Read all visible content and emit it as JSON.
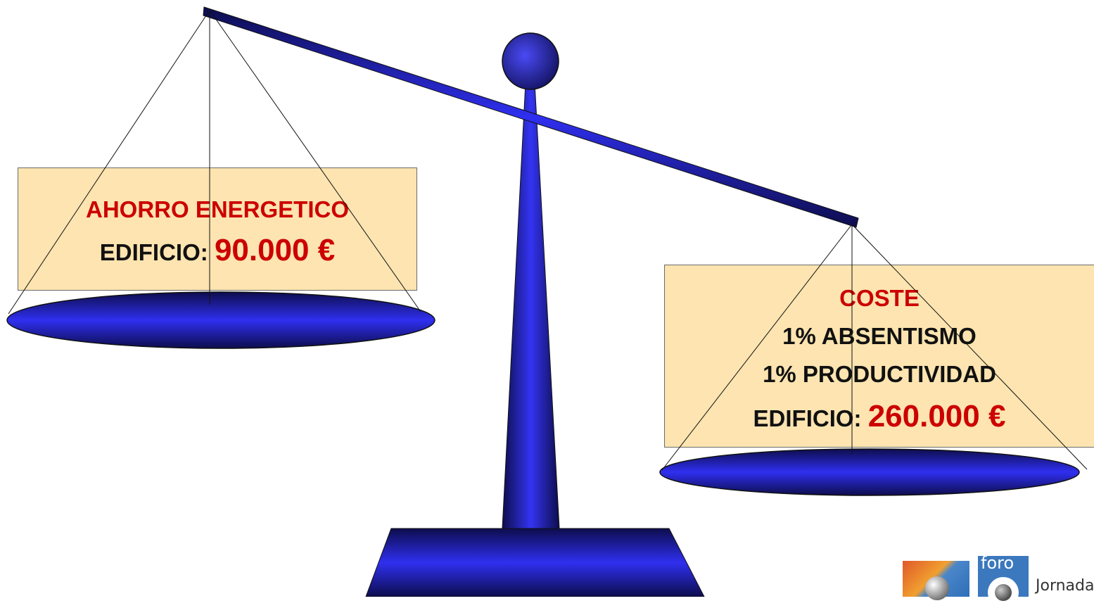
{
  "left_pan": {
    "title": "AHORRO ENERGETICO",
    "label": "EDIFICIO:",
    "value": "90.000 €"
  },
  "right_pan": {
    "title": "COSTE",
    "line1": "1% ABSENTISMO",
    "line2": "1% PRODUCTIVIDAD",
    "label": "EDIFICIO:",
    "value": "260.000 €"
  },
  "logo": {
    "tile_text": "foro",
    "brand_text": "Jornadas"
  },
  "colors": {
    "scale_blue": "#2a2ad6",
    "scale_dark": "#0b0b4a",
    "box_fill": "#fde4b0",
    "accent_red": "#cc0000"
  }
}
